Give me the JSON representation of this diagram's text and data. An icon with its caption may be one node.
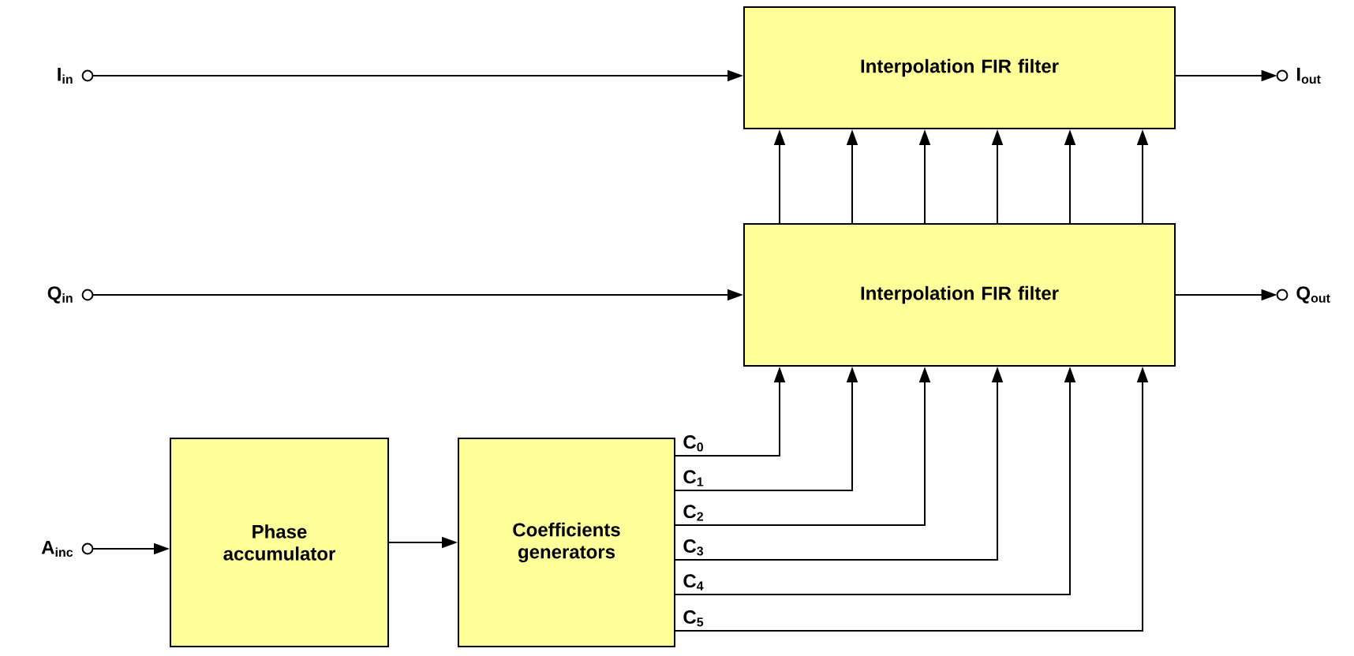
{
  "diagram": {
    "nodes": [
      {
        "text": [
          "I$_{in}$"
        ]
      },
      {
        "text": [
          "Interpolation FIR filter"
        ]
      },
      {
        "text": [
          "I$_{out}$"
        ]
      },
      {
        "text": [
          "Q$_{in}$"
        ]
      },
      {
        "text": [
          "Interpolation FIR filter"
        ]
      },
      {
        "text": [
          "Q$_{out}$"
        ]
      },
      {
        "text": [
          "A$_{inc}$"
        ]
      },
      {
        "text": [
          "Phase accumulator"
        ]
      },
      {
        "text": [
          "Coefficients generators"
        ]
      }
    ],
    "edges": [
      {
        "from": 0,
        "to": 1,
        "arrow": "to"
      },
      {
        "from": 1,
        "to": 2,
        "arrow": "to"
      },
      {
        "from": 3,
        "to": 4,
        "arrow": "to"
      },
      {
        "from": 4,
        "to": 5,
        "arrow": "to"
      },
      {
        "from": 4,
        "to": 1,
        "arrow": "to"
      },
      {
        "from": 4,
        "to": 1,
        "arrow": "to"
      },
      {
        "from": 4,
        "to": 1,
        "arrow": "to"
      },
      {
        "from": 4,
        "to": 1,
        "arrow": "to"
      },
      {
        "from": 4,
        "to": 1,
        "arrow": "to"
      },
      {
        "from": 4,
        "to": 1,
        "arrow": "to"
      },
      {
        "from": 6,
        "to": 7,
        "arrow": "to"
      },
      {
        "from": 7,
        "to": 8,
        "arrow": "to"
      },
      {
        "from": 8,
        "to": 4,
        "arrow": "to",
        "label": "C$_{0}$"
      },
      {
        "from": 8,
        "to": 4,
        "arrow": "to",
        "label": "C$_{1}$"
      },
      {
        "from": 8,
        "to": 4,
        "arrow": "to",
        "label": "C$_{2}$"
      },
      {
        "from": 8,
        "to": 4,
        "arrow": "to",
        "label": "C$_{3}$"
      },
      {
        "from": 8,
        "to": 4,
        "arrow": "to",
        "label": "C$_{4}$"
      },
      {
        "from": 8,
        "to": 4,
        "arrow": "to",
        "label": "C$_{5}$"
      }
    ]
  }
}
